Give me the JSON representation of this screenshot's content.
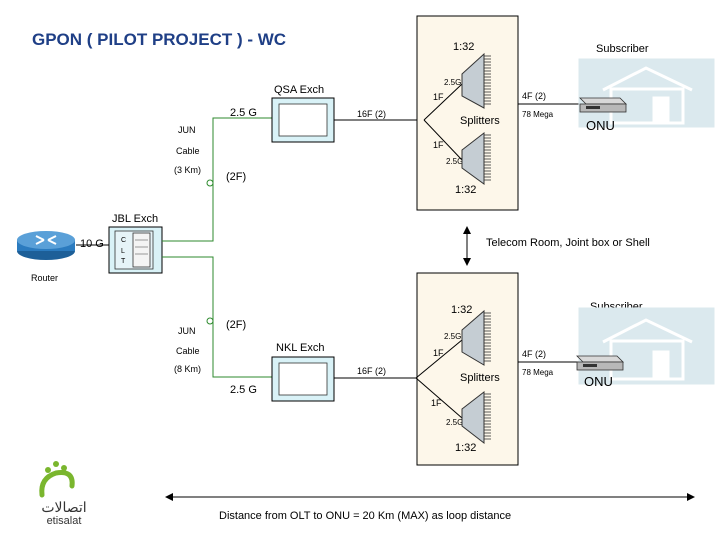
{
  "title": "GPON ( PILOT PROJECT ) - WC",
  "router": {
    "label": "Router",
    "link": "10 G"
  },
  "jbl": {
    "label": "JBL Exch",
    "olt_letters": [
      "C",
      "L",
      "T"
    ]
  },
  "upper": {
    "cable": [
      "JUN",
      "Cable",
      "(3 Km)"
    ],
    "fibers": "(2F)",
    "speed": "2.5 G",
    "exch_label": "QSA Exch",
    "link": "16F (2)",
    "split_top": {
      "speed": "2.5G",
      "fiber": "1F",
      "ratio": "1:32"
    },
    "split_bottom": {
      "speed": "2.5G",
      "fiber": "1F",
      "ratio": "1:32"
    },
    "splitters_label": "Splitters",
    "drop": "4F (2)",
    "mega": "78 Mega",
    "onu": "ONU",
    "subscriber": "Subscriber"
  },
  "lower": {
    "cable": [
      "JUN",
      "Cable",
      "(8 Km)"
    ],
    "fibers": "(2F)",
    "speed": "2.5 G",
    "exch_label": "NKL Exch",
    "link": "16F (2)",
    "split_top": {
      "speed": "2.5G",
      "fiber": "1F",
      "ratio": "1:32"
    },
    "split_bottom": {
      "speed": "2.5G",
      "fiber": "1F",
      "ratio": "1:32"
    },
    "splitters_label": "Splitters",
    "drop": "4F (2)",
    "mega": "78 Mega",
    "onu": "ONU",
    "subscriber": "Subscriber"
  },
  "telecom_room": "Telecom Room, Joint box or Shell",
  "distance": "Distance from OLT to ONU = 20 Km (MAX) as loop distance",
  "logo": {
    "arabic": "اتصالات",
    "latin": "etisalat"
  },
  "colors": {
    "title": "#1f3f86",
    "fiber": "#2d8a2d",
    "exch_fill": "#d9f2f7",
    "house": "#dbe9ee",
    "router": "#2b7bbf",
    "logo_green": "#7ab62e"
  }
}
